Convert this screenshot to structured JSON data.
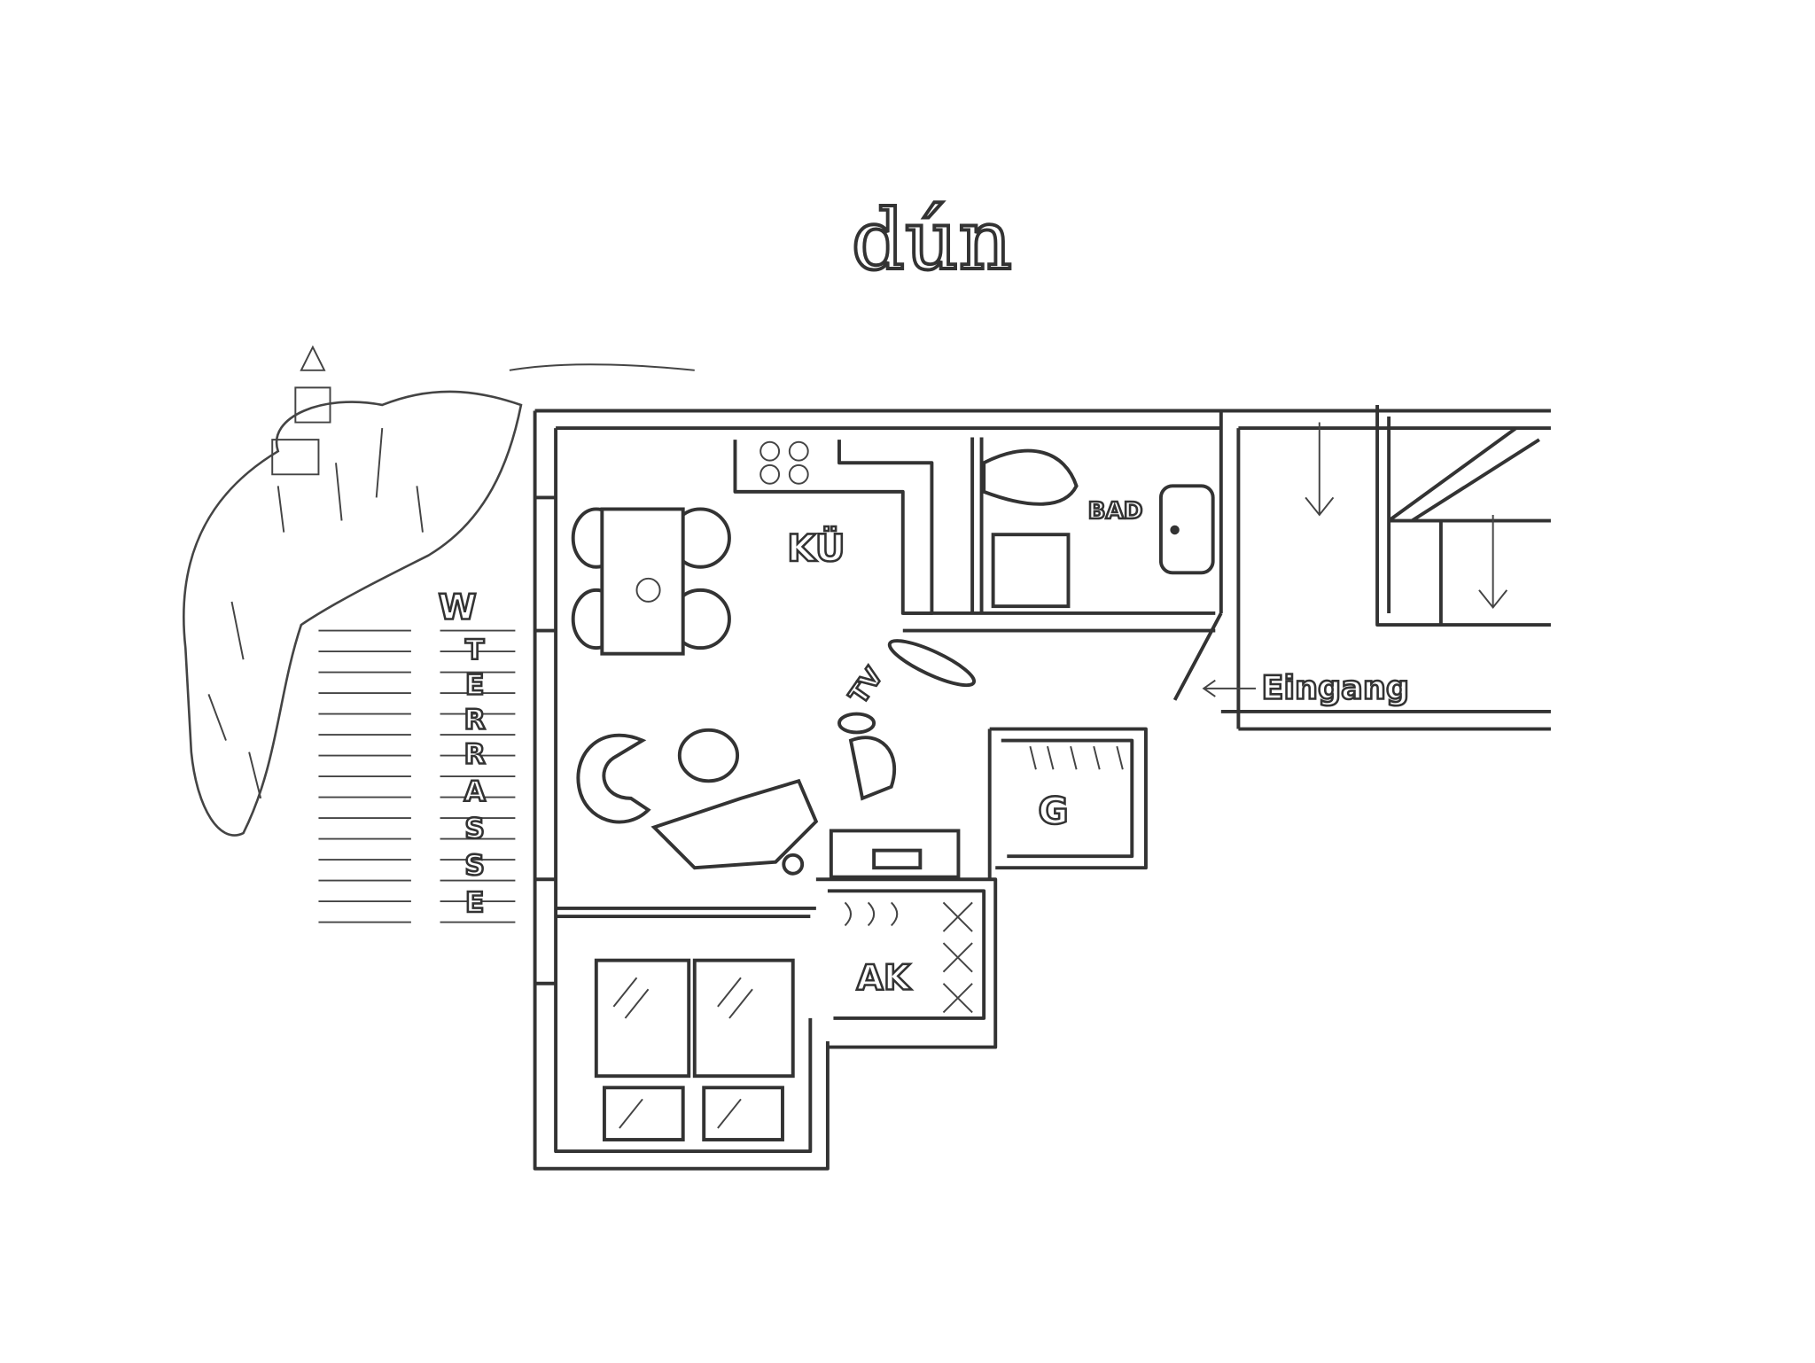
{
  "title": "dún",
  "labels": {
    "kitchen": "KÜ",
    "bath": "BAD",
    "tv": "TV",
    "entrance": "Eingang",
    "storage": "G",
    "closet": "AK",
    "terrace_w": "W",
    "terrace": [
      "T",
      "E",
      "R",
      "R",
      "A",
      "S",
      "S",
      "E"
    ]
  }
}
